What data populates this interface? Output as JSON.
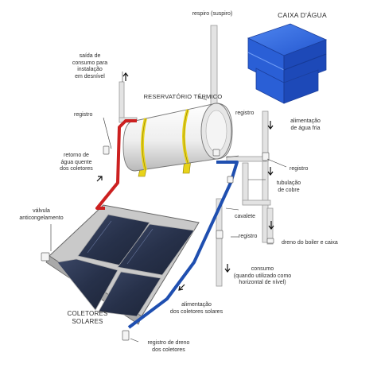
{
  "labels": {
    "respiro": "respiro (suspiro)",
    "caixa_dagua": "CAIXA D'ÁGUA",
    "saida_line1": "saída de",
    "saida_line2": "consumo para",
    "saida_line3": "instalação",
    "saida_line4": "em desnível",
    "reservatorio": "RESERVATÓRIO TÉRMICO",
    "registro_top_right": "registro",
    "registro_left": "registro",
    "alimentacao_fria_line1": "alimentação",
    "alimentacao_fria_line2": "de água fria",
    "registro_right": "registro",
    "retorno_line1": "retorno de",
    "retorno_line2": "água quente",
    "retorno_line3": "dos coletores",
    "tubulacao_line1": "tubulação",
    "tubulacao_line2": "de cobre",
    "valvula_line1": "válvula",
    "valvula_line2": "anticongelamento",
    "cavalete": "cavalete",
    "registro_mid": "registro",
    "dreno_boiler": "dreno do boiler e caixa",
    "consumo_line1": "consumo",
    "consumo_line2": "(quando utilizado como",
    "consumo_line3": "horizontal de nível)",
    "alim_coletores_line1": "alimentação",
    "alim_coletores_line2": "dos coletores solares",
    "coletores_line1": "COLETORES",
    "coletores_line2": "SOLARES",
    "dreno_coletores_line1": "registro de dreno",
    "dreno_coletores_line2": "dos coletores"
  },
  "colors": {
    "hot_pipe": "#cc2020",
    "cold_pipe": "#1f4fb0",
    "tank_body": "#f0f0f0",
    "tank_band": "#e8d31a",
    "water_tank": "#2a5fd6",
    "panel_glass": "#2a3550",
    "pipe_grey": "#d9d9d9"
  }
}
